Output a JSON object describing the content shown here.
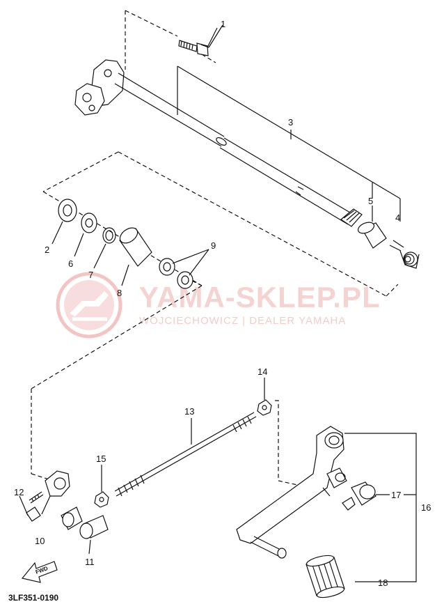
{
  "watermark": {
    "title": "YAMA-SKLEP.PL",
    "subtitle": "WOJCIECHOWICZ | DEALER YAMAHA",
    "logo_icon": "motorcycle-logo-icon",
    "color": "#e8a0a0"
  },
  "diagram_code": "3LF351-0190",
  "fwd_label": "FWD",
  "parts": [
    {
      "no": "1"
    },
    {
      "no": "2"
    },
    {
      "no": "3"
    },
    {
      "no": "4"
    },
    {
      "no": "5"
    },
    {
      "no": "6"
    },
    {
      "no": "7"
    },
    {
      "no": "8"
    },
    {
      "no": "9"
    },
    {
      "no": "10"
    },
    {
      "no": "11"
    },
    {
      "no": "12"
    },
    {
      "no": "13"
    },
    {
      "no": "14"
    },
    {
      "no": "15"
    },
    {
      "no": "16"
    },
    {
      "no": "17"
    },
    {
      "no": "18"
    }
  ],
  "line_color": "#111111"
}
